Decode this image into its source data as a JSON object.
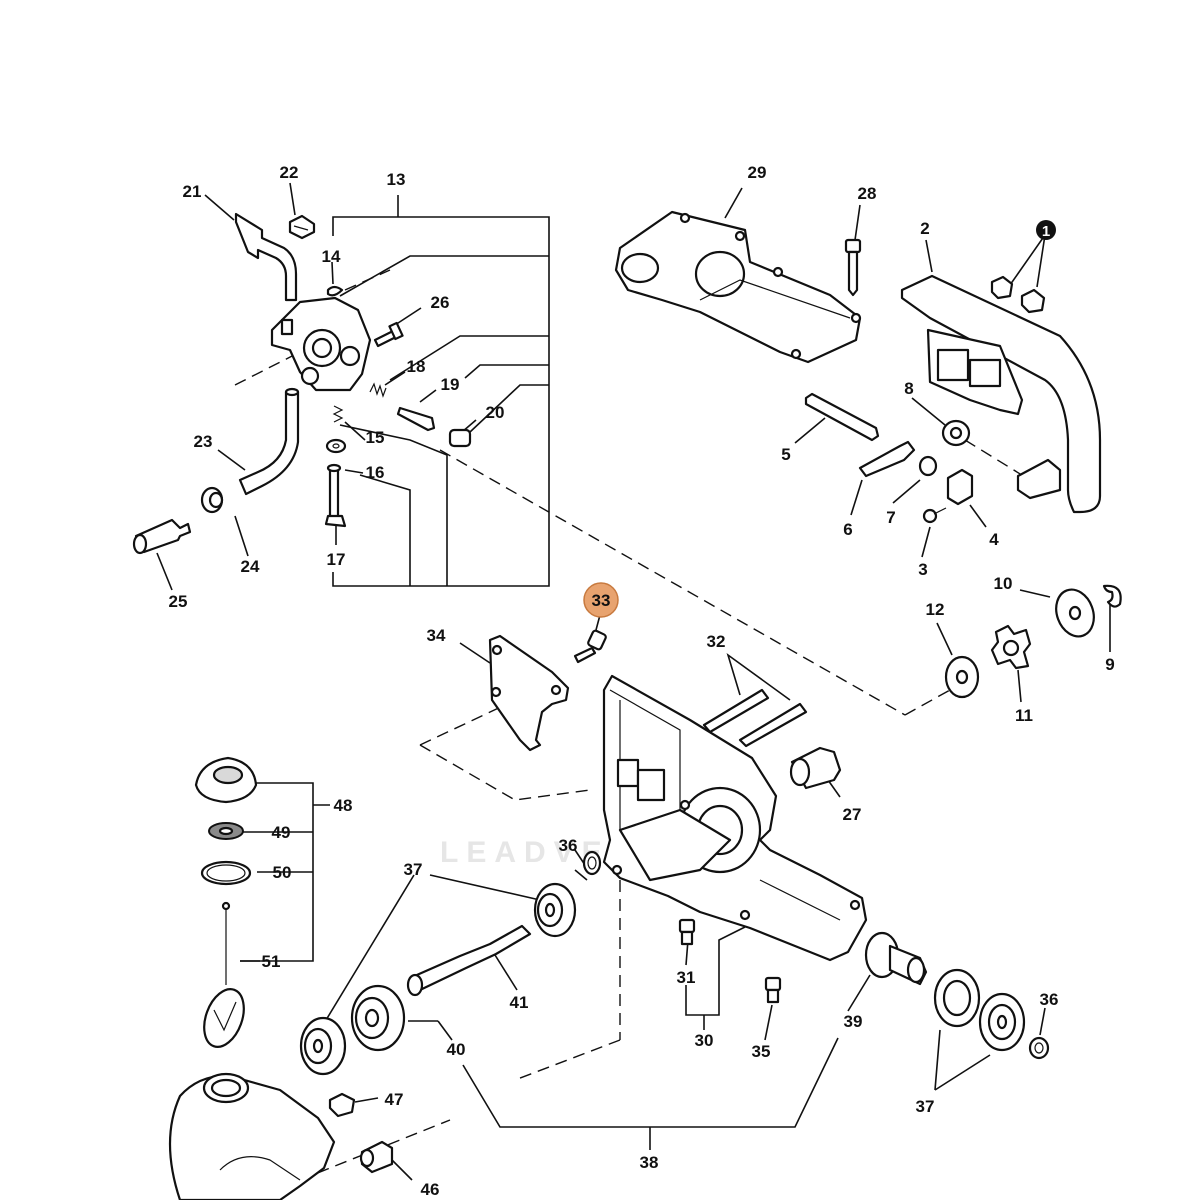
{
  "diagram": {
    "watermark": "LEADVENTURE",
    "highlighted_callout": "33",
    "highlight_color": "#e8a36f",
    "badge_color": "#111111",
    "callouts": {
      "c1": "1",
      "c2": "2",
      "c3": "3",
      "c4": "4",
      "c5": "5",
      "c6": "6",
      "c7": "7",
      "c8": "8",
      "c9": "9",
      "c10": "10",
      "c11": "11",
      "c12": "12",
      "c13": "13",
      "c14": "14",
      "c15": "15",
      "c16": "16",
      "c17": "17",
      "c18": "18",
      "c19": "19",
      "c20": "20",
      "c21": "21",
      "c22": "22",
      "c23": "23",
      "c24": "24",
      "c25": "25",
      "c26": "26",
      "c27": "27",
      "c28": "28",
      "c29": "29",
      "c30": "30",
      "c31": "31",
      "c32": "32",
      "c33": "33",
      "c34": "34",
      "c35": "35",
      "c36a": "36",
      "c36b": "36",
      "c37a": "37",
      "c37b": "37",
      "c38": "38",
      "c39": "39",
      "c40": "40",
      "c41": "41",
      "c46": "46",
      "c47": "47",
      "c48": "48",
      "c49": "49",
      "c50": "50",
      "c51": "51"
    }
  }
}
